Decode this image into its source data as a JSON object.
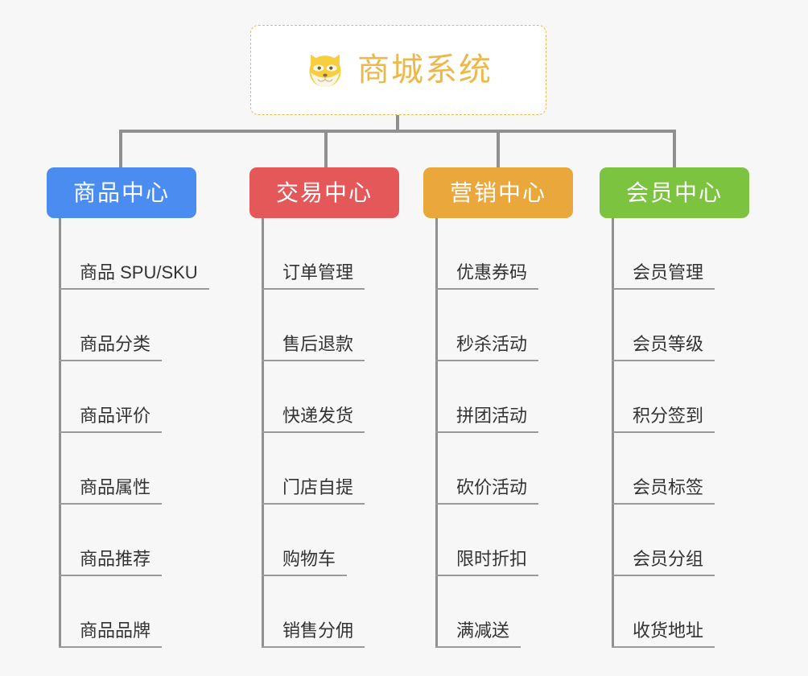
{
  "diagram": {
    "background_color": "#f7f7f7",
    "root": {
      "title": "商城系统",
      "logo_icon": "shiba-dog-face-icon",
      "title_color": "#edb84b",
      "border_color": "#edb84b",
      "background_color": "#ffffff"
    },
    "connector_color": "#909090",
    "branches": [
      {
        "label": "商品中心",
        "color": "#4a8cf0",
        "items": [
          "商品 SPU/SKU",
          "商品分类",
          "商品评价",
          "商品属性",
          "商品推荐",
          "商品品牌"
        ]
      },
      {
        "label": "交易中心",
        "color": "#e5585a",
        "items": [
          "订单管理",
          "售后退款",
          "快递发货",
          "门店自提",
          "购物车",
          "销售分佣"
        ]
      },
      {
        "label": "营销中心",
        "color": "#eaa83c",
        "items": [
          "优惠券码",
          "秒杀活动",
          "拼团活动",
          "砍价活动",
          "限时折扣",
          "满减送"
        ]
      },
      {
        "label": "会员中心",
        "color": "#7cc33f",
        "items": [
          "会员管理",
          "会员等级",
          "积分签到",
          "会员标签",
          "会员分组",
          "收货地址"
        ]
      }
    ]
  }
}
